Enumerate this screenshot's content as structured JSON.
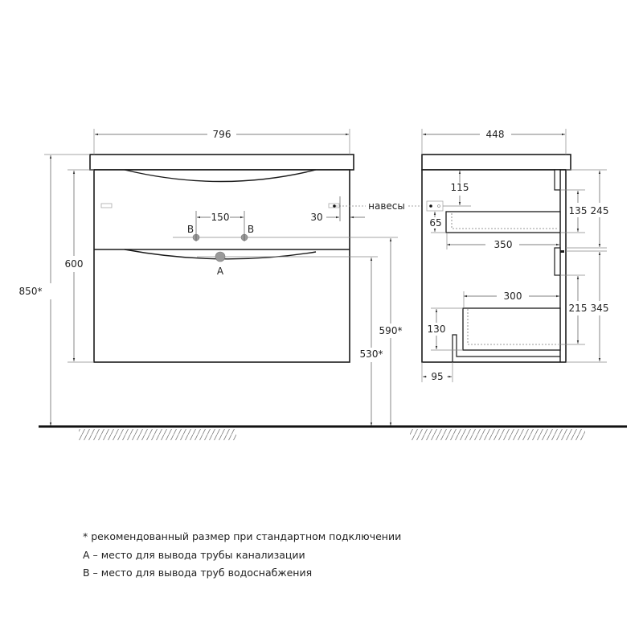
{
  "front_view": {
    "width_label": "796",
    "height_600_label": "600",
    "height_850_label": "850*",
    "pipe_spacing_label": "150",
    "hinge_offset_label": "30",
    "hinge_label": "навесы",
    "water_pipe_left_label": "B",
    "water_pipe_right_label": "B",
    "drain_label": "A",
    "water_height_label": "590*",
    "drain_height_label": "530*"
  },
  "side_view": {
    "depth_label": "448",
    "dim_115": "115",
    "dim_65": "65",
    "dim_350": "350",
    "dim_135": "135",
    "dim_245": "245",
    "dim_300": "300",
    "dim_130": "130",
    "dim_215": "215",
    "dim_345": "345",
    "dim_95": "95"
  },
  "notes": [
    "* рекомендованный размер при стандартном подключении",
    "А – место для вывода трубы канализации",
    "В – место для вывода труб водоснабжения"
  ],
  "colors": {
    "line": "#1a1a1a",
    "dim_line": "#555555",
    "pipe_fill": "#9a9a9a"
  }
}
